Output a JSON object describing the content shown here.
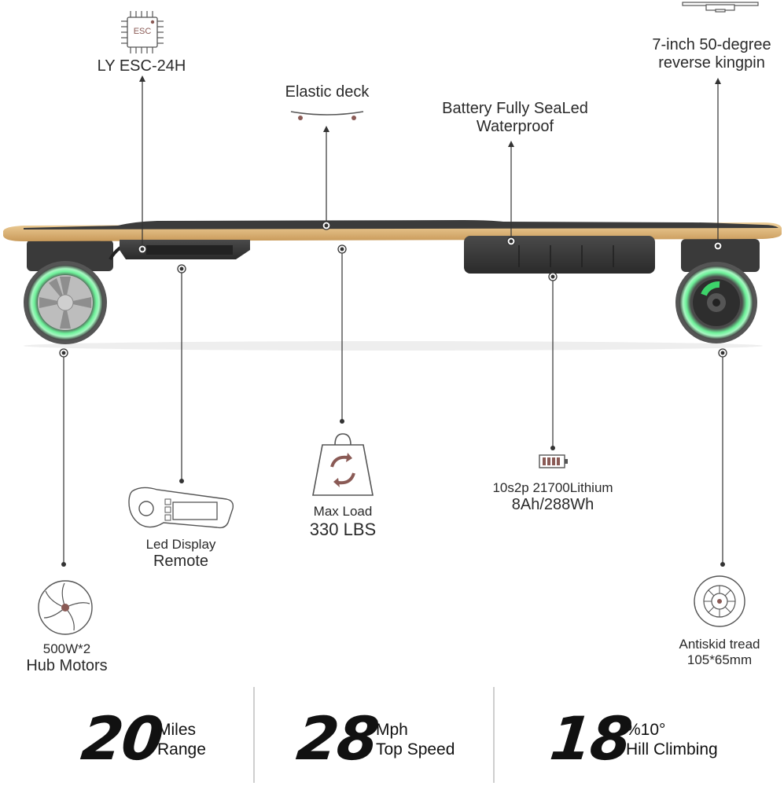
{
  "callouts": {
    "esc": {
      "line1": "LY ESC-24H",
      "icon": "esc-chip-icon",
      "chip_text": "ESC"
    },
    "deck": {
      "line1": "Elastic deck",
      "icon": "deck-icon"
    },
    "battery_sealed": {
      "line1": "Battery Fully SeaLed",
      "line2": "Waterproof"
    },
    "kingpin": {
      "line1": "7-inch 50-degree",
      "line2": "reverse kingpin",
      "icon": "truck-icon"
    },
    "remote": {
      "line1": "Led Display",
      "line2": "Remote",
      "icon": "remote-icon"
    },
    "max_load": {
      "line1": "Max Load",
      "line2": "330 LBS",
      "icon": "weight-icon"
    },
    "battery_spec": {
      "line1": "10s2p 21700Lithium",
      "line2": "8Ah/288Wh",
      "icon": "battery-icon"
    },
    "motors": {
      "line1": "500W*2",
      "line2": "Hub Motors",
      "icon": "hub-motor-icon"
    },
    "tread": {
      "line1": "Antiskid tread",
      "line2": "105*65mm",
      "icon": "wheel-tread-icon"
    }
  },
  "stats": [
    {
      "value": "20",
      "unit1": "Miles",
      "unit2": "Range"
    },
    {
      "value": "28",
      "unit1": "Mph",
      "unit2": "Top Speed"
    },
    {
      "value": "18",
      "unit1": "%10°",
      "unit2": "Hill Climbing"
    }
  ],
  "colors": {
    "accent": "#8a5a55",
    "wheel_glow": "#5de08a",
    "deck_wood": "#e2bd83",
    "deck_grip": "#3b3b3b",
    "line": "#333333"
  }
}
